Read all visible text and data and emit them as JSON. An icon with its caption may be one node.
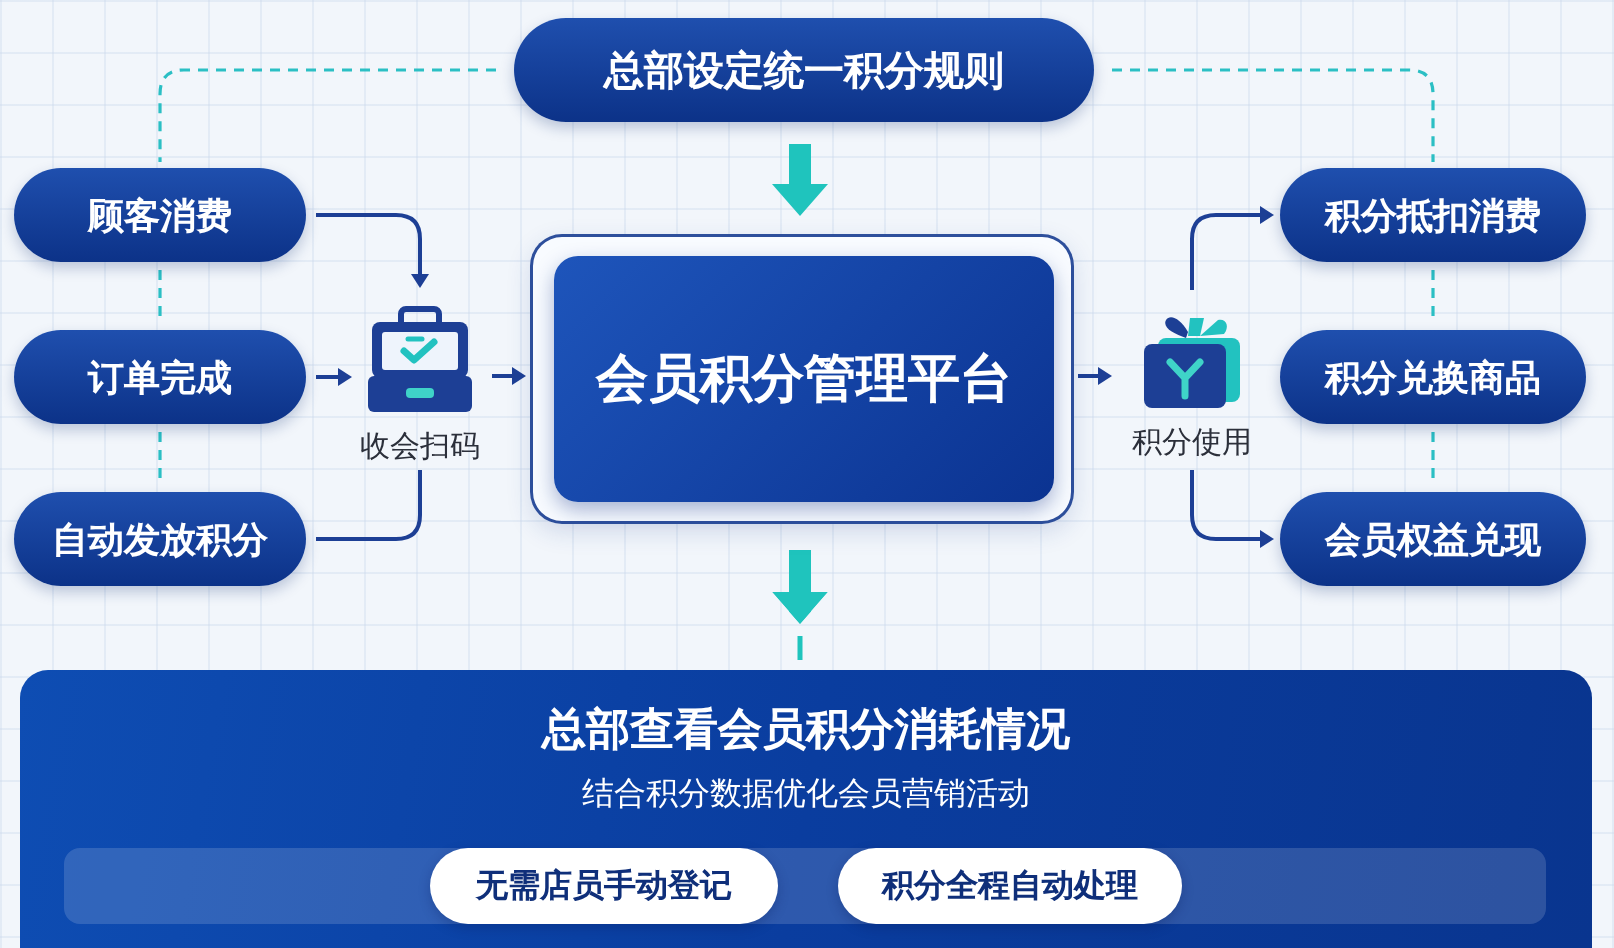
{
  "diagram": {
    "nodes": [
      {
        "text": [
          "总部设定统一积分规则"
        ]
      },
      {
        "text": [
          "顾客消费"
        ]
      },
      {
        "text": [
          "订单完成"
        ]
      },
      {
        "text": [
          "自动发放积分"
        ]
      },
      {
        "text": [],
        "shape": "picture",
        "beside": [
          "收会扫码"
        ]
      },
      {
        "text": [],
        "shape": "box"
      },
      {
        "text": [
          "会员积分管理平台"
        ],
        "in": 5
      },
      {
        "text": [],
        "shape": "picture",
        "beside": [
          "积分使用"
        ]
      },
      {
        "text": [
          "积分抵扣消费"
        ]
      },
      {
        "text": [
          "积分兑换商品"
        ]
      },
      {
        "text": [
          "会员权益兑现"
        ]
      },
      {
        "text": [
          "总部查看会员积分消耗情况",
          "结合积分数据优化会员营销活动"
        ]
      },
      {
        "text": [
          "无需店员手动登记"
        ],
        "in": 11
      },
      {
        "text": [
          "积分全程自动处理"
        ],
        "in": 11
      }
    ],
    "edges": [
      {
        "from": 1,
        "to": 4,
        "arrow": "to",
        "color": "#1d3f95"
      },
      {
        "from": 2,
        "to": 4,
        "arrow": "to",
        "color": "#1d3f95"
      },
      {
        "from": 3,
        "to": 4,
        "arrow": "none",
        "color": "#1d3f95"
      },
      {
        "from": 4,
        "to": 5,
        "arrow": "to",
        "color": "#1d3f95"
      },
      {
        "from": 0,
        "to": 5,
        "arrow": "to",
        "style": "thick",
        "color": "#1fc4bd"
      },
      {
        "from": 5,
        "to": 7,
        "arrow": "to",
        "color": "#1d3f95"
      },
      {
        "from": 7,
        "to": 8,
        "arrow": "to",
        "color": "#1d3f95"
      },
      {
        "from": 7,
        "to": 10,
        "arrow": "to",
        "color": "#1d3f95"
      },
      {
        "from": 5,
        "to": 11,
        "arrow": "to",
        "style": "thick",
        "color": "#1fc4bd"
      },
      {
        "from": 0,
        "to": 1,
        "arrow": "none",
        "style": "dashed",
        "color": "#2bbfc4"
      },
      {
        "from": 1,
        "to": 2,
        "arrow": "none",
        "style": "dashed",
        "color": "#2bbfc4"
      },
      {
        "from": 2,
        "to": 3,
        "arrow": "none",
        "style": "dashed",
        "color": "#2bbfc4"
      },
      {
        "from": 0,
        "to": 8,
        "arrow": "none",
        "style": "dashed",
        "color": "#2bbfc4"
      },
      {
        "from": 8,
        "to": 9,
        "arrow": "none",
        "style": "dashed",
        "color": "#2bbfc4"
      },
      {
        "from": 9,
        "to": 10,
        "arrow": "none",
        "style": "dashed",
        "color": "#2bbfc4"
      }
    ]
  }
}
